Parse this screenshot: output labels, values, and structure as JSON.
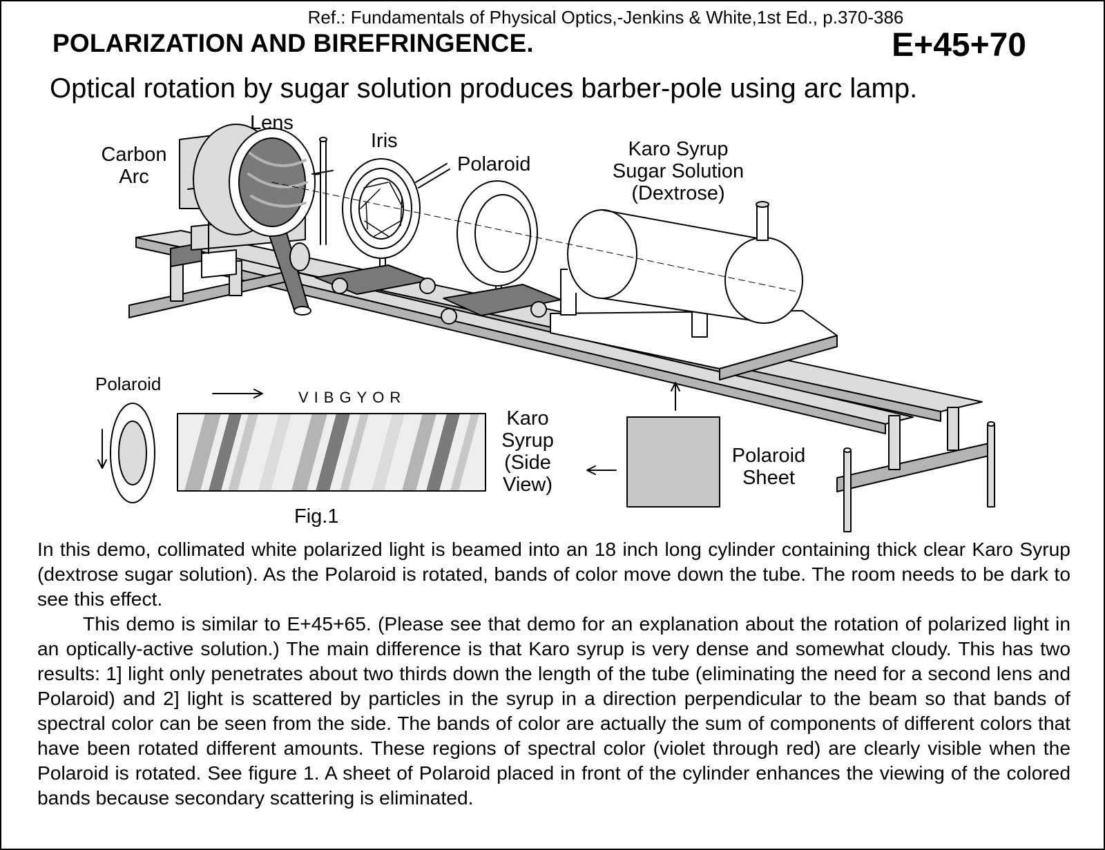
{
  "header": {
    "reference": "Ref.: Fundamentals of Physical Optics,-Jenkins & White,1st Ed., p.370-386",
    "title": "POLARIZATION AND BIREFRINGENCE.",
    "demo_code": "E+45+70",
    "subtitle": "Optical rotation by sugar solution produces barber-pole using arc lamp."
  },
  "figure": {
    "labels": {
      "lens": "Lens",
      "carbon_arc_line1": "Carbon",
      "carbon_arc_line2": "Arc",
      "iris": "Iris",
      "polaroid_top": "Polaroid",
      "syrup_line1": "Karo Syrup",
      "syrup_line2": "Sugar Solution",
      "syrup_line3": "(Dextrose)",
      "polaroid_inset": "Polaroid",
      "spectrum": "VIBGYOR",
      "side_line1": "Karo",
      "side_line2": "Syrup",
      "side_line3": "(Side",
      "side_line4": "View)",
      "sheet_line1": "Polaroid",
      "sheet_line2": "Sheet",
      "caption": "Fig.1"
    },
    "colors": {
      "line": "#000000",
      "light_gray": "#dcdcdc",
      "mid_gray": "#b4b4b4",
      "dark_gray": "#7a7a7a"
    }
  },
  "body": {
    "paragraph1": "In this demo, collimated white polarized light is beamed into an 18 inch long cylinder containing thick clear Karo Syrup (dextrose sugar solution).  As the Polaroid is rotated, bands of color move down the tube. The room needs to be dark to see this effect.",
    "paragraph2": "This demo is similar to E+45+65. (Please see that demo for an explanation about the rotation of polarized light in an optically-active solution.) The main difference is that Karo syrup is very dense and somewhat cloudy. This has two results: 1] light only penetrates about two thirds down the length of the tube (eliminating the need for a second lens and Polaroid) and 2] light is scattered by particles in the syrup in a direction perpendicular to the beam so that bands of spectral color can be seen from the side. The bands of color are actually the sum of components of different colors that have been rotated different amounts. These regions of spectral color (violet through red) are clearly visible when the Polaroid is rotated. See figure 1. A sheet of Polaroid placed in front of the cylinder enhances the viewing of the colored bands because secondary scattering is eliminated."
  }
}
